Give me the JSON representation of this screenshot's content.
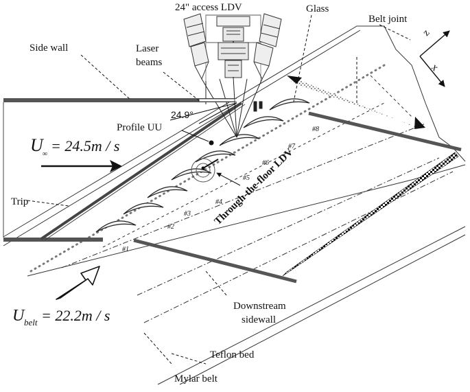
{
  "labels": {
    "access_ldv": "24\" access LDV",
    "glass": "Glass",
    "belt_joint": "Belt joint",
    "side_wall": "Side wall",
    "laser_beams_line1": "Laser",
    "laser_beams_line2": "beams",
    "angle": "24.9°",
    "profile_uu": "Profile UU",
    "trip": "Trip",
    "through_floor_ldv": "Through-the-floor LDV",
    "downstream_sidewall_line1": "Downstream",
    "downstream_sidewall_line2": "sidewall",
    "teflon_bed": "Teflon bed",
    "mylar_belt": "Mylar belt"
  },
  "equations": {
    "u_inf_symbol": "U",
    "u_inf_sub": "∞",
    "u_inf_value": "= 24.5m / s",
    "u_belt_symbol": "U",
    "u_belt_sub": "belt",
    "u_belt_value": "= 22.2m / s"
  },
  "axes": {
    "z": "z",
    "x": "x"
  },
  "vanes": [
    {
      "label": "#1"
    },
    {
      "label": "#2"
    },
    {
      "label": "#3"
    },
    {
      "label": "#4"
    },
    {
      "label": "#5"
    },
    {
      "label": "#6"
    },
    {
      "label": "#7"
    },
    {
      "label": "#8"
    }
  ]
}
